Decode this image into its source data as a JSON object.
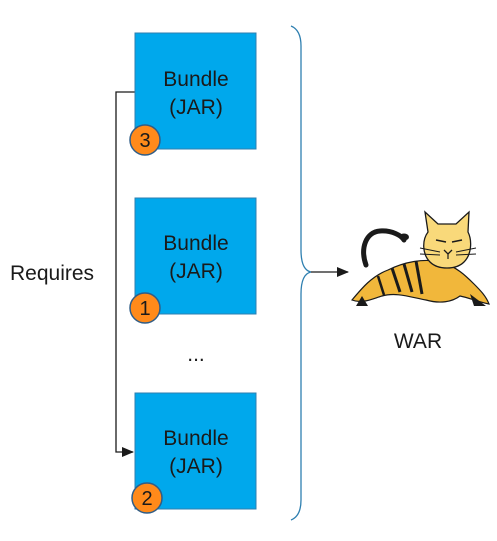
{
  "bundles": [
    {
      "line1": "Bundle",
      "line2": "(JAR)",
      "badge": "3"
    },
    {
      "line1": "Bundle",
      "line2": "(JAR)",
      "badge": "1"
    },
    {
      "line1": "Bundle",
      "line2": "(JAR)",
      "badge": "2"
    }
  ],
  "ellipsis": "...",
  "requires_label": "Requires",
  "war_label": "WAR",
  "colors": {
    "bundle_fill": "#00a8ec",
    "bundle_stroke": "#2e7fb0",
    "badge_fill": "#ff8a1a",
    "badge_stroke": "#2f5d87",
    "line": "#1a1a1a",
    "brace": "#2e7fb0",
    "cat_body": "#f1b73b",
    "cat_stripes": "#1a1a1a"
  },
  "icons": {
    "war": "tomcat-icon"
  }
}
